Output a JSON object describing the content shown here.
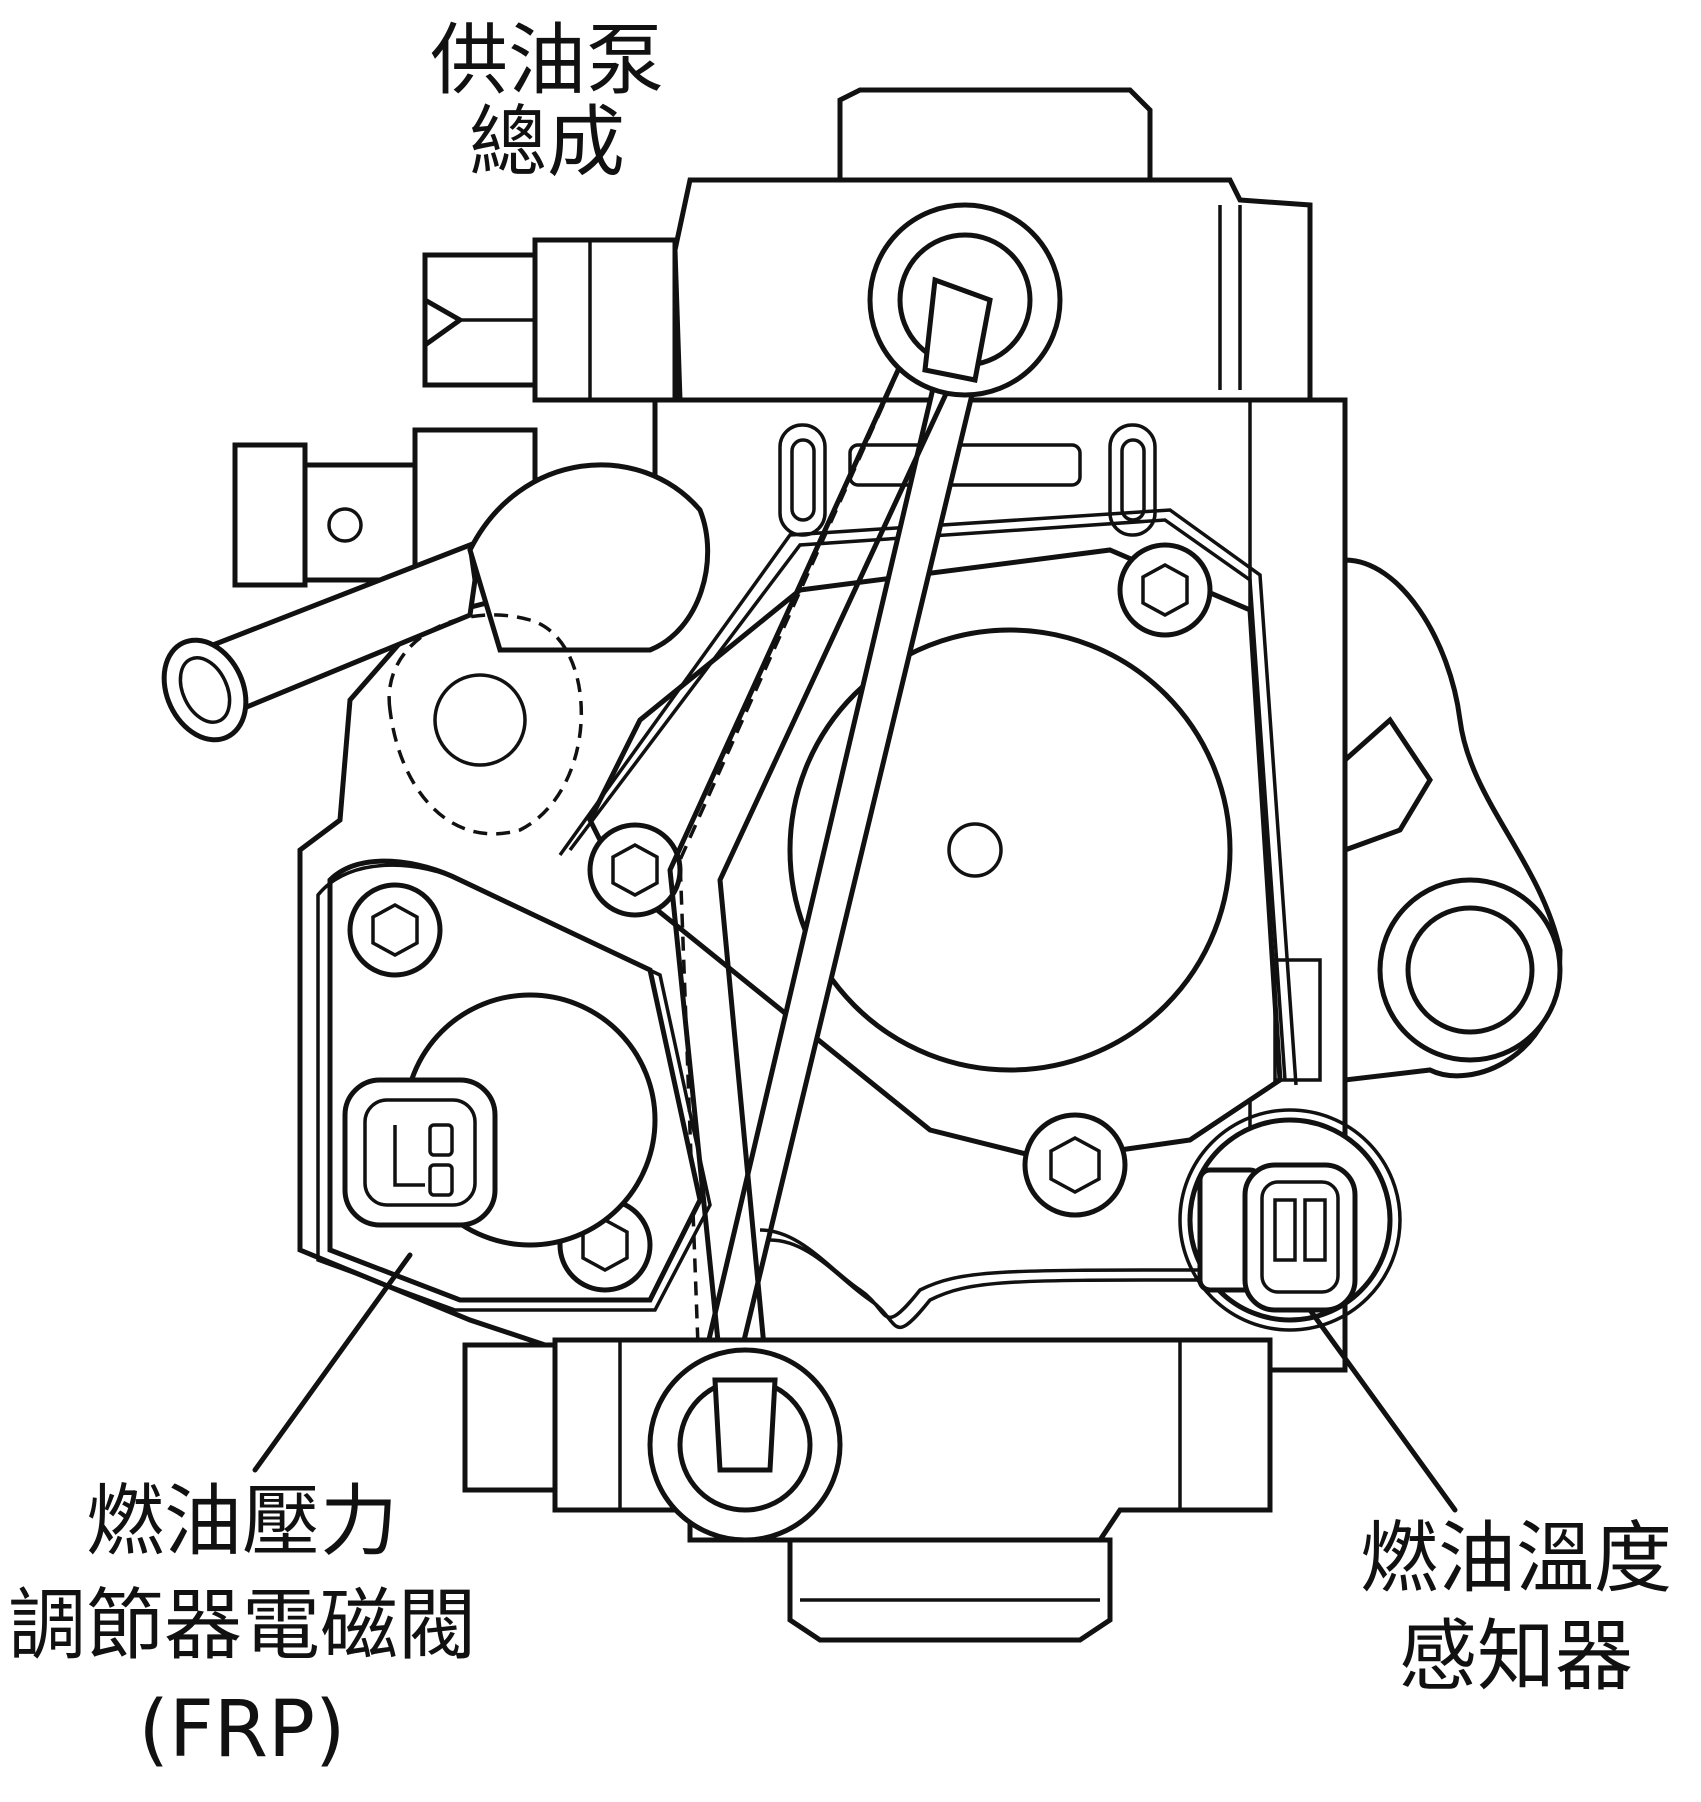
{
  "labels": {
    "fuel_pump_assembly": [
      "供油泵",
      "總成"
    ],
    "frp_solenoid": [
      "燃油壓力",
      "調節器電磁閥",
      "(FRP)"
    ],
    "fuel_temp_sensor": [
      "燃油溫度",
      "感知器"
    ]
  },
  "colors": {
    "line": "#111111",
    "background": "#ffffff"
  }
}
